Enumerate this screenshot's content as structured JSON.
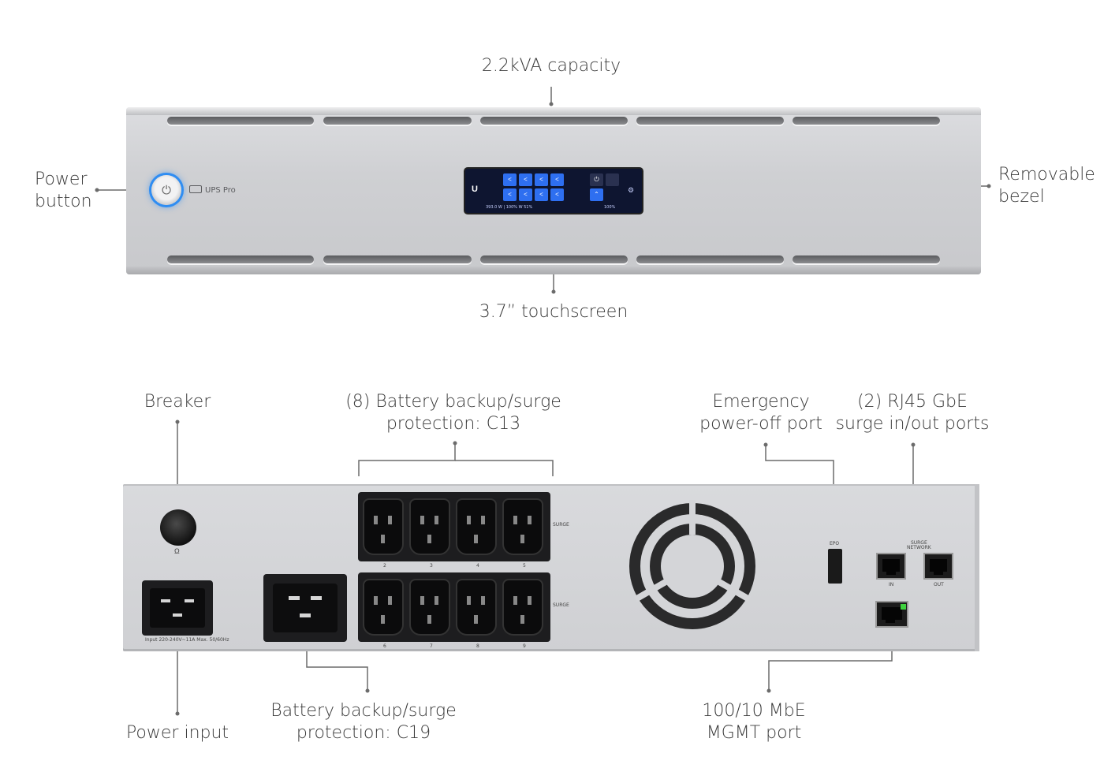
{
  "front_labels": {
    "capacity": "2.2kVA capacity",
    "power_button": "Power\nbutton",
    "removable_bezel": "Removable\nbezel",
    "touchscreen": "3.7” touchscreen"
  },
  "front_panel": {
    "brand": "UPS Pro",
    "screen": {
      "logo": "U",
      "stats_left": "393.0 W | 100% W   51%",
      "stats_right": "100%",
      "tile_glyph": "<",
      "icons": [
        "⏻ SUP",
        "⌃"
      ]
    }
  },
  "rear_labels": {
    "breaker": "Breaker",
    "battery_c13": "(8) Battery backup/surge\nprotection: C13",
    "emergency": "Emergency\npower-off port",
    "rj45": "(2) RJ45 GbE\nsurge in/out ports",
    "power_input": "Power input",
    "battery_c19": "Battery backup/surge\nprotection: C19",
    "mgmt": "100/10 MbE\nMGMT port"
  },
  "rear_panel": {
    "input_rating": "Input 220-240V~11A Max. 50/60Hz",
    "surge_label": "SURGE",
    "epo_label": "EPO",
    "surge_network": "SURGE\nNETWORK",
    "in_label": "IN",
    "out_label": "OUT",
    "outlet_numbers_top": [
      "2",
      "3",
      "4",
      "5"
    ],
    "outlet_numbers_bottom": [
      "6",
      "7",
      "8",
      "9"
    ]
  }
}
